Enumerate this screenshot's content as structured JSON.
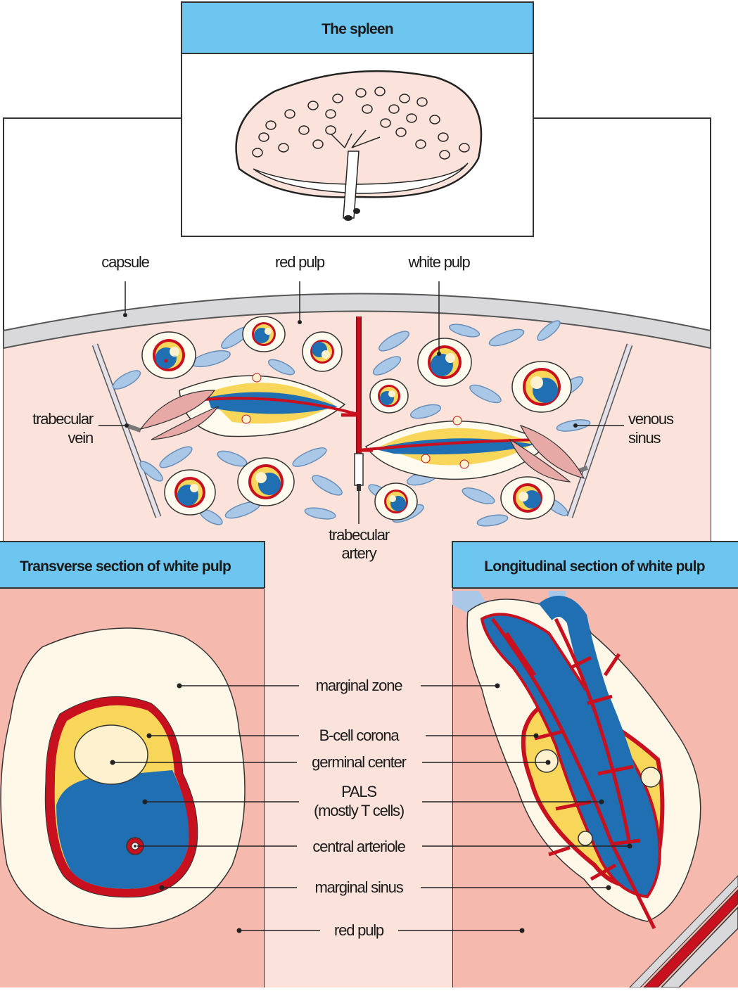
{
  "colors": {
    "header_blue": "#6cc6ef",
    "pink_light": "#fbe3dc",
    "pink_mid": "#f6b9ae",
    "cream": "#fff8e8",
    "pals_blue": "#1f6fb2",
    "sinus_blue": "#a9c8e8",
    "vessel_red": "#c8101e",
    "bcell_yellow": "#f8d659",
    "capsule_grey": "#d9d9dc",
    "germinal": "#fdf1cf"
  },
  "title": "The spleen",
  "top_labels": {
    "capsule": "capsule",
    "red_pulp": "red pulp",
    "white_pulp": "white pulp"
  },
  "side_labels": {
    "trabecular_vein": [
      "trabecular",
      "vein"
    ],
    "venous_sinus": [
      "venous",
      "sinus"
    ],
    "trabecular_artery": [
      "trabecular",
      "artery"
    ]
  },
  "panels": {
    "transverse_title": "Transverse section of white pulp",
    "longitudinal_title": "Longitudinal section of white pulp"
  },
  "center_labels": {
    "marginal_zone": "marginal zone",
    "b_cell_corona": "B-cell corona",
    "germinal_center": "germinal center",
    "pals_line1": "PALS",
    "pals_line2": "(mostly T cells)",
    "central_arteriole": "central arteriole",
    "marginal_sinus": "marginal sinus",
    "red_pulp": "red pulp"
  }
}
